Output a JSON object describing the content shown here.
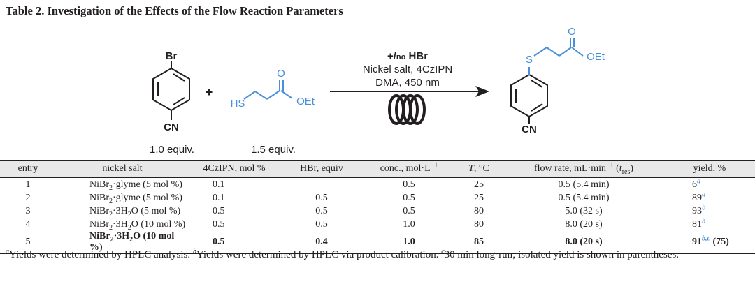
{
  "title": "Table 2. Investigation of the Effects of the Flow Reaction Parameters",
  "scheme": {
    "substituent_br": "Br",
    "substituent_cn": "CN",
    "plus": "+",
    "thiol_hs": "HS",
    "thiol_o": "O",
    "thiol_oet": "OEt",
    "equiv_aryl": "1.0 equiv.",
    "equiv_thiol": "1.5 equiv.",
    "cond_line1_pre": "+/",
    "cond_line1_no": "no",
    "cond_line1_post": " HBr",
    "cond_line2": "Nickel salt, 4CzIPN",
    "cond_line3": "DMA, 450 nm",
    "product_s": "S",
    "product_o": "O",
    "product_oet": "OEt",
    "product_cn": "CN",
    "colors": {
      "blue": "#4a90d9",
      "black": "#231f20"
    }
  },
  "table": {
    "headers": {
      "entry": "entry",
      "nickel_salt": "nickel salt",
      "cat": "4CzIPN, mol %",
      "hbr": "HBr, equiv",
      "conc_pre": "conc., mol·L",
      "conc_sup": "−1",
      "temp_t": "T",
      "temp_unit": ", °C",
      "flow_pre": "flow rate, mL·min",
      "flow_sup": "−1",
      "flow_mid": " (",
      "flow_t": "t",
      "flow_sub": "res",
      "flow_post": ")",
      "yield": "yield, %"
    },
    "rows": [
      {
        "entry": "1",
        "salt_pre": "NiBr",
        "salt_sub": "2",
        "salt_post": "·glyme (5 mol %)",
        "cat": "0.1",
        "hbr": "",
        "conc": "0.5",
        "temp": "25",
        "flow": "0.5 (5.4 min)",
        "yield": "6",
        "yield_sup": "a",
        "yield_extra": ""
      },
      {
        "entry": "2",
        "salt_pre": "NiBr",
        "salt_sub": "2",
        "salt_post": "·glyme (5 mol %)",
        "cat": "0.1",
        "hbr": "0.5",
        "conc": "0.5",
        "temp": "25",
        "flow": "0.5 (5.4 min)",
        "yield": "89",
        "yield_sup": "a",
        "yield_extra": ""
      },
      {
        "entry": "3",
        "salt_pre": "NiBr",
        "salt_sub": "2",
        "salt_mid": "·3H",
        "salt_sub2": "2",
        "salt_post": "O (5 mol %)",
        "cat": "0.5",
        "hbr": "0.5",
        "conc": "0.5",
        "temp": "80",
        "flow": "5.0 (32 s)",
        "yield": "93",
        "yield_sup": "b",
        "yield_extra": ""
      },
      {
        "entry": "4",
        "salt_pre": "NiBr",
        "salt_sub": "2",
        "salt_mid": "·3H",
        "salt_sub2": "2",
        "salt_post": "O (10 mol %)",
        "cat": "0.5",
        "hbr": "0.5",
        "conc": "1.0",
        "temp": "80",
        "flow": "8.0 (20 s)",
        "yield": "81",
        "yield_sup": "b",
        "yield_extra": ""
      },
      {
        "entry": "5",
        "salt_pre": "NiBr",
        "salt_sub": "2",
        "salt_mid": "·3H",
        "salt_sub2": "2",
        "salt_post": "O (10 mol %)",
        "cat": "0.5",
        "hbr": "0.4",
        "conc": "1.0",
        "temp": "85",
        "flow": "8.0 (20 s)",
        "yield": "91",
        "yield_sup": "b,c",
        "yield_extra": " (75)"
      }
    ]
  },
  "footnotes": {
    "a_mark": "a",
    "a_text": "Yields were determined by HPLC analysis. ",
    "b_mark": "b",
    "b_text": "Yields were determined by HPLC via product calibration. ",
    "c_mark": "c",
    "c_text": "30 min long-run; isolated yield is shown in parentheses."
  }
}
